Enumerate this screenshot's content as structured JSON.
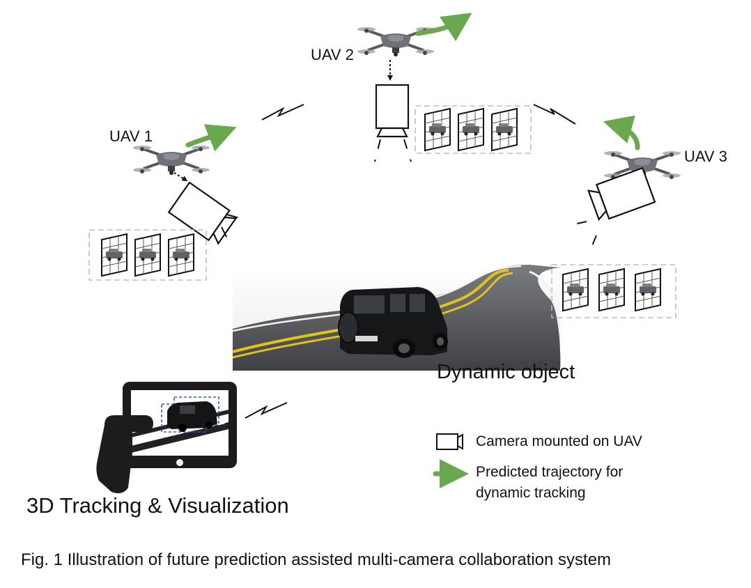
{
  "uavs": [
    {
      "label": "UAV 1"
    },
    {
      "label": "UAV 2"
    },
    {
      "label": "UAV 3"
    }
  ],
  "object_label": "Dynamic object",
  "tracking_label": "3D Tracking & Visualization",
  "legend": {
    "camera": "Camera mounted on UAV",
    "trajectory_line1": "Predicted trajectory for",
    "trajectory_line2": "dynamic tracking"
  },
  "caption": "Fig. 1 Illustration of future prediction assisted multi-camera collaboration system",
  "colors": {
    "trajectory": "#6aa84f",
    "drone_body": "#6e7278",
    "road_line": "#e3c21a",
    "bbox": "#2f5fb3",
    "frame_border": "#bdbdbd"
  },
  "icons": [
    "drone-icon",
    "camera-icon",
    "trajectory-arrow-icon",
    "wireless-link-icon",
    "tablet-icon",
    "hand-icon",
    "car-icon",
    "road-icon"
  ]
}
